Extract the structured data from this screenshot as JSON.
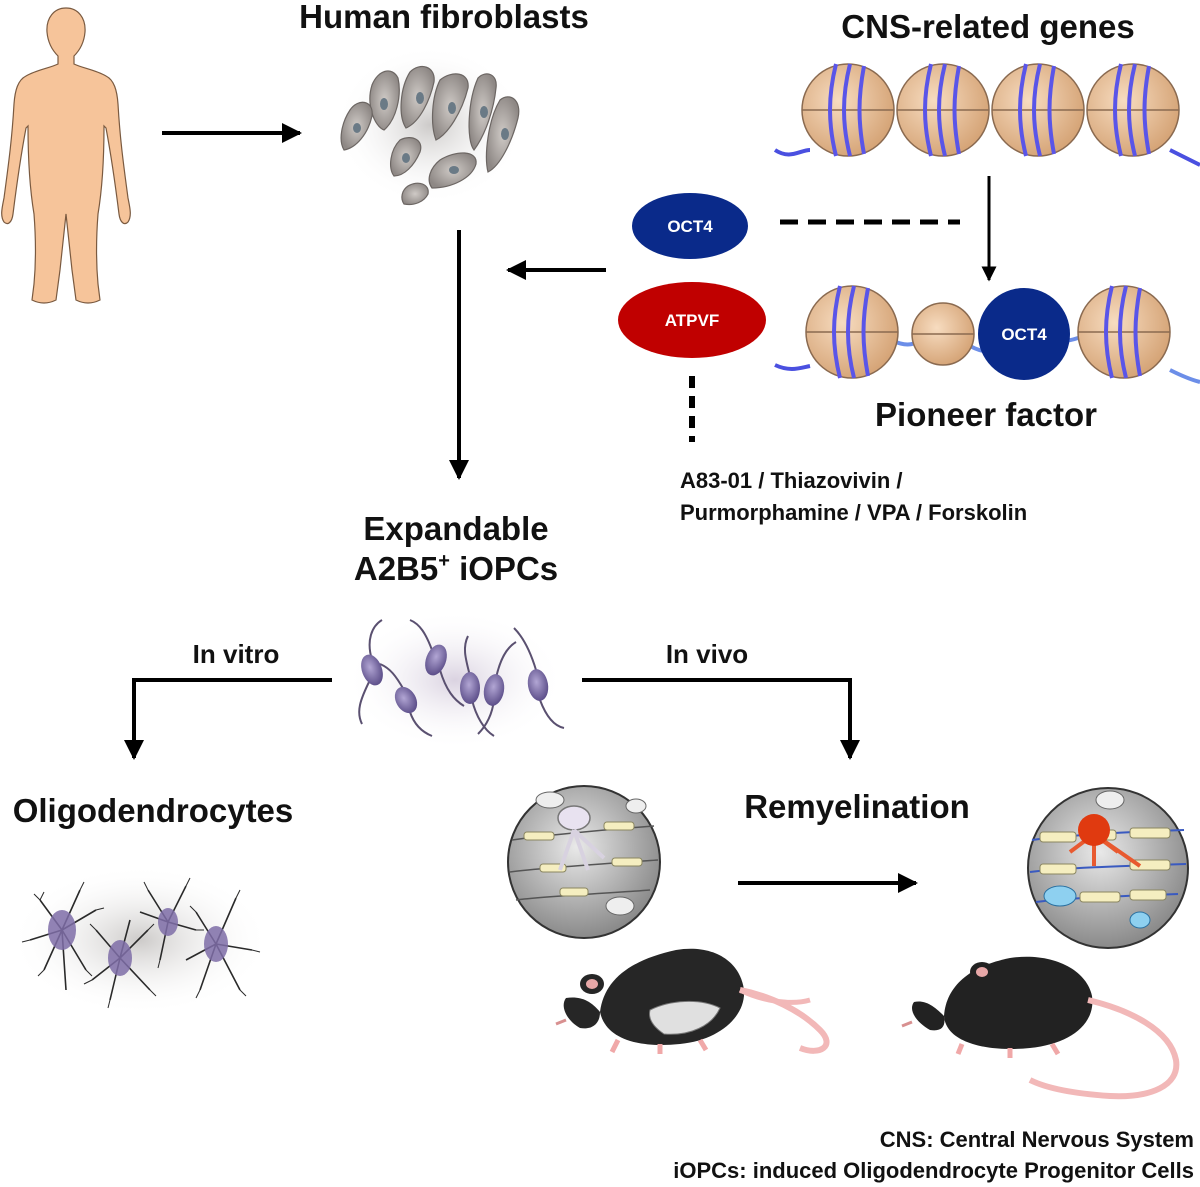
{
  "labels": {
    "human_fibroblasts": "Human fibroblasts",
    "cns_related_genes": "CNS-related genes",
    "pioneer_factor": "Pioneer factor",
    "oct4": "OCT4",
    "oct4_bound": "OCT4",
    "atpvf": "ATPVF",
    "compounds_line1": "A83-01 / Thiazovivin /",
    "compounds_line2": "Purmorphamine / VPA / Forskolin",
    "expandable_line1": "Expandable",
    "expandable_line2_main": "A2B5",
    "expandable_line2_sup": "+",
    "expandable_line2_rest": " iOPCs",
    "in_vitro": "In vitro",
    "in_vivo": "In vivo",
    "oligodendrocytes": "Oligodendrocytes",
    "remyelination": "Remyelination",
    "abbrev_cns": "CNS: Central Nervous System",
    "abbrev_iopcs": "iOPCs: induced Oligodendrocyte Progenitor Cells"
  },
  "colors": {
    "oct4_fill": "#0a2a8a",
    "atpvf_fill": "#c00000",
    "nucleosome": "#e8c09a",
    "dna": "#4a50e0",
    "skin": "#f6c49a",
    "cell_purple": "#7f6ea8",
    "mouse_black": "#222222",
    "myelin": "#f5eec0",
    "opc_red": "#e03a10"
  }
}
